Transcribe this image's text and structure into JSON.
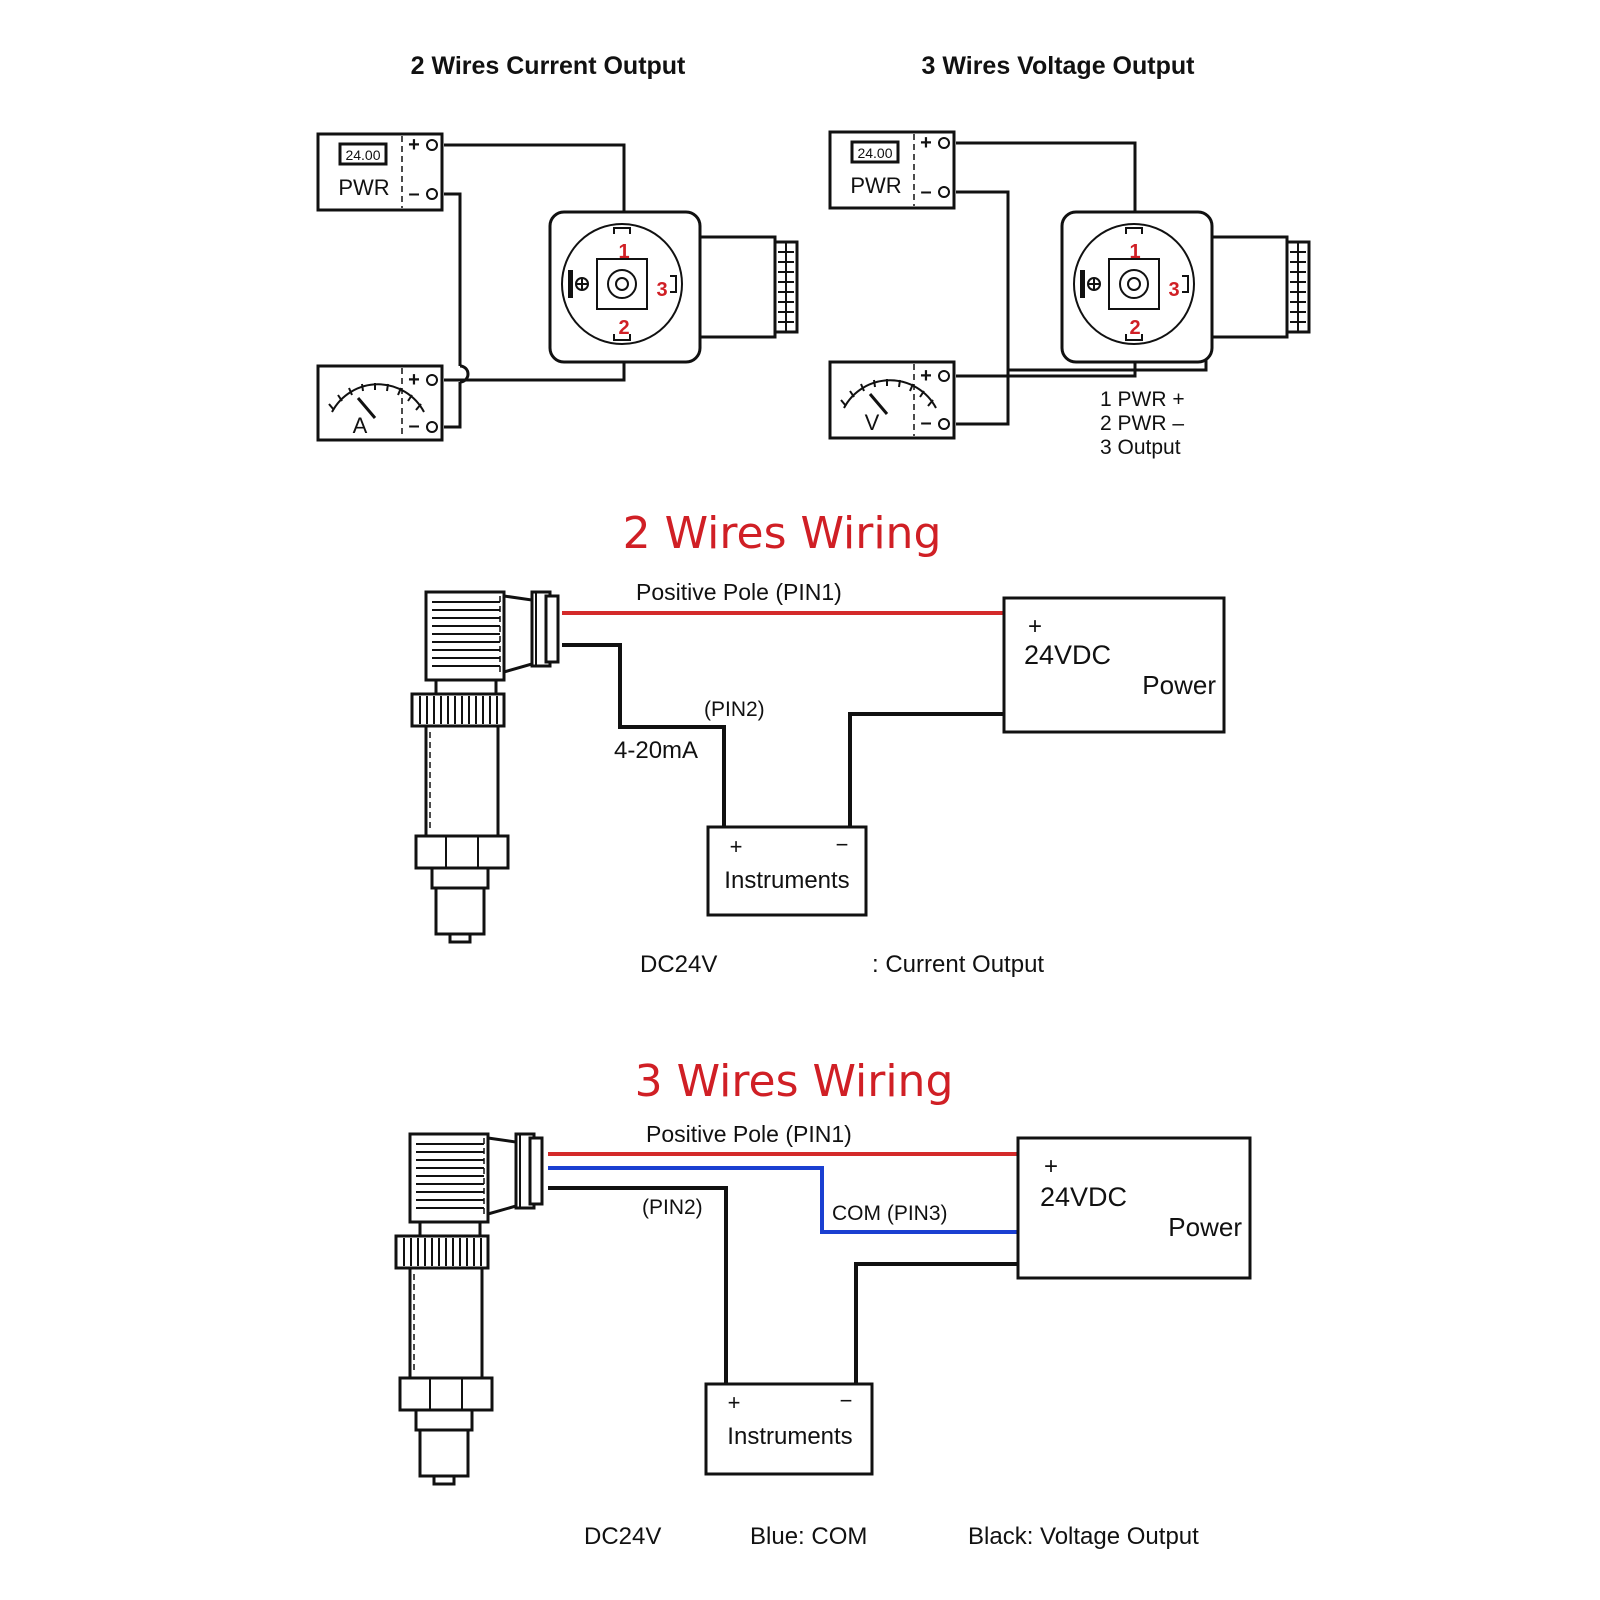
{
  "top_left": {
    "title": "2 Wires Current Output",
    "pwr_display": "24.00",
    "pwr_label": "PWR",
    "meter_label": "A",
    "plus": "+",
    "minus": "–",
    "pins": [
      "1",
      "2",
      "3"
    ]
  },
  "top_right": {
    "title": "3 Wires Voltage Output",
    "pwr_display": "24.00",
    "pwr_label": "PWR",
    "meter_label": "V",
    "plus": "+",
    "minus": "–",
    "pins": [
      "1",
      "2",
      "3"
    ],
    "legend": [
      "1 PWR +",
      "2 PWR –",
      "3 Output"
    ]
  },
  "two_wire": {
    "title": "2 Wires Wiring",
    "positive_label": "Positive Pole (PIN1)",
    "pin2_label": "(PIN2)",
    "current_label": "4-20mA",
    "power_plus": "+",
    "power_voltage": "24VDC",
    "power_label": "Power",
    "inst_plus": "+",
    "inst_minus": "−",
    "inst_label": "Instruments",
    "footer_left": "DC24V",
    "footer_right": ": Current Output"
  },
  "three_wire": {
    "title": "3 Wires Wiring",
    "positive_label": "Positive Pole (PIN1)",
    "pin2_label": "(PIN2)",
    "com_label": "COM (PIN3)",
    "power_plus": "+",
    "power_voltage": "24VDC",
    "power_label": "Power",
    "inst_plus": "+",
    "inst_minus": "−",
    "inst_label": "Instruments",
    "footer_left": "DC24V",
    "footer_mid": "Blue: COM",
    "footer_right": "Black: Voltage Output"
  },
  "colors": {
    "red_wire": "#d42a2a",
    "blue_wire": "#1a3fd1",
    "black_wire": "#111111",
    "title_red": "#d01f25",
    "pin_red": "#d01f25"
  }
}
